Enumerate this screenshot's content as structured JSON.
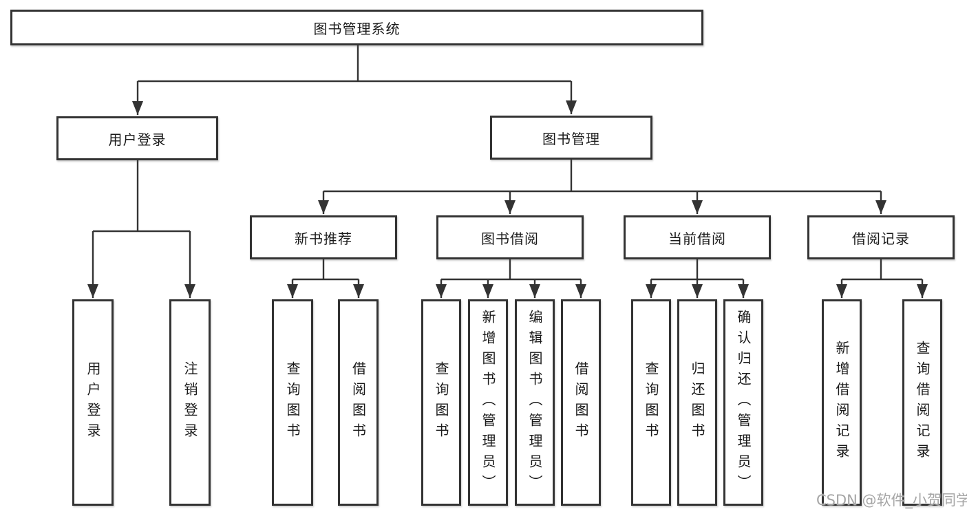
{
  "diagram": {
    "root": {
      "label": "图书管理系统"
    },
    "user_login": {
      "label": "用户登录",
      "children": [
        {
          "label": "用户登录"
        },
        {
          "label": "注销登录"
        }
      ]
    },
    "book_management": {
      "label": "图书管理",
      "children": [
        {
          "label": "新书推荐",
          "children": [
            {
              "label": "查询图书"
            },
            {
              "label": "借阅图书"
            }
          ]
        },
        {
          "label": "图书借阅",
          "children": [
            {
              "label": "查询图书"
            },
            {
              "label": "新增图书（管理员）"
            },
            {
              "label": "编辑图书（管理员）"
            },
            {
              "label": "借阅图书"
            }
          ]
        },
        {
          "label": "当前借阅",
          "children": [
            {
              "label": "查询图书"
            },
            {
              "label": "归还图书"
            },
            {
              "label": "确认归还（管理员）"
            }
          ]
        },
        {
          "label": "借阅记录",
          "children": [
            {
              "label": "新增借阅记录"
            },
            {
              "label": "查询借阅记录"
            }
          ]
        }
      ]
    },
    "watermark": "CSDN @软件_小贺同学",
    "colors": {
      "line": "#333333",
      "box_border": "#333333",
      "text": "#1a1a1a",
      "watermark": "#a6a6a6",
      "background": "#ffffff"
    }
  }
}
